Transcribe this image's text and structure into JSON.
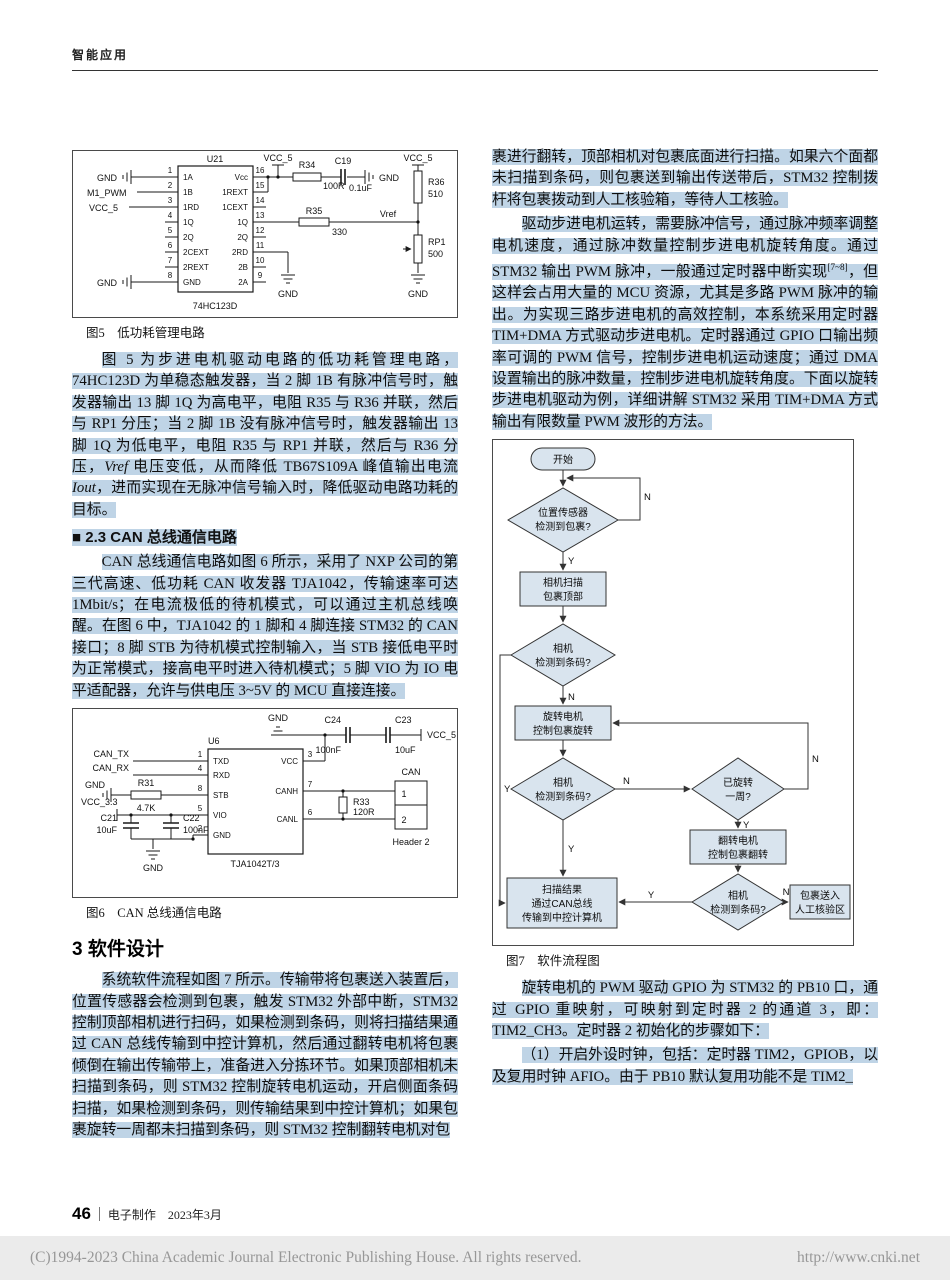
{
  "page": {
    "header": "智能应用",
    "page_number": "46",
    "journal": "电子制作　2023年3月",
    "copyright": "(C)1994-2023 China Academic Journal Electronic Publishing House. All rights reserved.",
    "url": "http://www.cnki.net"
  },
  "left": {
    "fig5_caption": "图5　低功耗管理电路",
    "para1": [
      {
        "t": "图 5 为步进电机驱动电路的低功耗管理电路，74HC123D 为单稳态触发器，当 2 脚 1B 有脉冲信号时，触发器输出 13 脚 1Q 为高电平，电阻 R35 与 R36 并联，然后与 RP1 分压；当 2 脚 1B 没有脉冲信号时，触发器输出 13 脚 1Q 为低电平，电阻 R35 与 RP1 并联，然后与 R36 分压，"
      },
      {
        "t": "Vref",
        "i": true
      },
      {
        "t": " 电压变低，从而降低 TB67S109A 峰值输出电流 "
      },
      {
        "t": "Iout",
        "i": true
      },
      {
        "t": "，进而实现在无脉冲信号输入时，降低驱动电路功耗的目标。"
      }
    ],
    "h23": "■ 2.3 CAN 总线通信电路",
    "para2": "CAN 总线通信电路如图 6 所示，采用了 NXP 公司的第三代高速、低功耗 CAN 收发器 TJA1042，传输速率可达 1Mbit/s；在电流极低的待机模式，可以通过主机总线唤醒。在图 6 中，TJA1042 的 1 脚和 4 脚连接 STM32 的 CAN 接口；8 脚 STB 为待机模式控制输入，当 STB 接低电平时为正常模式，接高电平时进入待机模式；5 脚 VIO 为 IO 电平适配器，允许与供电压 3~5V 的 MCU 直接连接。",
    "fig6_caption": "图6　CAN 总线通信电路",
    "h3": "3 软件设计",
    "para3": "系统软件流程如图 7 所示。传输带将包裹送入装置后，位置传感器会检测到包裹，触发 STM32 外部中断，STM32 控制顶部相机进行扫码，如果检测到条码，则将扫描结果通过 CAN 总线传输到中控计算机，然后通过翻转电机将包裹倾倒在输出传输带上，准备进入分拣环节。如果顶部相机未扫描到条码，则 STM32 控制旋转电机运动，开启侧面条码扫描，如果检测到条码，则传输结果到中控计算机；如果包裹旋转一周都未扫描到条码，则 STM32 控制翻转电机对包"
  },
  "right": {
    "para1": "裹进行翻转，顶部相机对包裹底面进行扫描。如果六个面都未扫描到条码，则包裹送到输出传送带后，STM32 控制拨杆将包裹拨动到人工核验箱，等待人工核验。",
    "para2": [
      {
        "t": "驱动步进电机运转，需要脉冲信号，通过脉冲频率调整电机速度，通过脉冲数量控制步进电机旋转角度。通过 STM32 输出 PWM 脉冲，一般通过定时器中断实现"
      },
      {
        "t": "[7~8]",
        "sup": true
      },
      {
        "t": "，但这样会占用大量的 MCU 资源，尤其是多路 PWM 脉冲的输出。为实现三路步进电机的高效控制，本系统采用定时器 TIM+DMA 方式驱动步进电机。定时器通过 GPIO 口输出频率可调的 PWM 信号，控制步进电机运动速度；通过 DMA 设置输出的脉冲数量，控制步进电机旋转角度。下面以旋转步进电机驱动为例，详细讲解 STM32 采用 TIM+DMA 方式输出有限数量 PWM 波形的方法。"
      }
    ],
    "fig7_caption": "图7　软件流程图",
    "para3": "旋转电机的 PWM 驱动 GPIO 为 STM32 的 PB10 口，通过 GPIO 重映射，可映射到定时器 2 的通道 3，即：TIM2_CH3。定时器 2 初始化的步骤如下：",
    "para4": "（1）开启外设时钟，包括：定时器 TIM2，GPIOB，以及复用时钟 AFIO。由于 PB10 默认复用功能不是 TIM2_"
  },
  "fig5": {
    "u": "U21",
    "part": "74HC123D",
    "gnd": "GND",
    "m1": "M1_PWM",
    "vcc": "VCC_5",
    "r34": "R34",
    "r34v": "100R",
    "c19": "C19",
    "c19v": "0.1uF",
    "r36": "R36",
    "r36v": "510",
    "r35": "R35",
    "r35v": "330",
    "vref": "Vref",
    "rp1": "RP1",
    "rp1v": "500",
    "pinsL": [
      "1A",
      "1B",
      "1RD",
      "1Q",
      "2Q",
      "2CEXT",
      "2REXT",
      "GND"
    ],
    "numsL": [
      "1",
      "2",
      "3",
      "4",
      "5",
      "6",
      "7",
      "8"
    ],
    "pinsR": [
      "Vcc",
      "1REXT",
      "1CEXT",
      "1Q",
      "2Q",
      "2RD",
      "2B",
      "2A"
    ],
    "numsR": [
      "16",
      "15",
      "14",
      "13",
      "12",
      "11",
      "10",
      "9"
    ]
  },
  "fig6": {
    "u": "U6",
    "part": "TJA1042T/3",
    "gnd": "GND",
    "can_tx": "CAN_TX",
    "can_rx": "CAN_RX",
    "vcc33": "VCC_3.3",
    "vcc5": "VCC_5",
    "r31": "R31",
    "r31v": "4.7K",
    "r33": "R33",
    "r33v": "120R",
    "c21": "C21",
    "c21v": "10uF",
    "c22": "C22",
    "c22v": "100nF",
    "c24": "C24",
    "c24v": "100nF",
    "c23": "C23",
    "c23v": "10uF",
    "hdr": "Header 2",
    "can": "CAN",
    "p1": "1",
    "p2": "2",
    "pinsL": [
      "TXD",
      "RXD",
      "STB",
      "VIO",
      "GND"
    ],
    "numsL": [
      "1",
      "4",
      "8",
      "5",
      "2"
    ],
    "pinsR": [
      "VCC",
      "CANH",
      "CANL"
    ],
    "numsR": [
      "3",
      "7",
      "6"
    ]
  },
  "fc": {
    "Y": "Y",
    "N": "N",
    "start": "开始",
    "d1": [
      "位置传感器",
      "检测到包裹?"
    ],
    "r1": [
      "相机扫描",
      "包裹顶部"
    ],
    "d2": [
      "相机",
      "检测到条码?"
    ],
    "r2": [
      "旋转电机",
      "控制包裹旋转"
    ],
    "d3": [
      "相机",
      "检测到条码?"
    ],
    "d4": [
      "已旋转",
      "一周?"
    ],
    "r3": [
      "翻转电机",
      "控制包裹翻转"
    ],
    "r4": [
      "扫描结果",
      "通过CAN总线",
      "传输到中控计算机"
    ],
    "d5": [
      "相机",
      "检测到条码?"
    ],
    "r5": [
      "包裹送入",
      "人工核验区"
    ]
  }
}
